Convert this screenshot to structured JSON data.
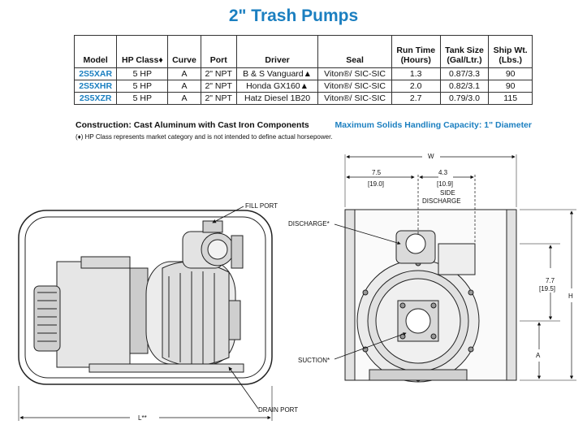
{
  "title": "2\" Trash Pumps",
  "table": {
    "headers": [
      "Model",
      "HP Class♦",
      "Curve",
      "Port",
      "Driver",
      "Seal",
      "Run Time\n(Hours)",
      "Tank Size\n(Gal/Ltr.)",
      "Ship Wt.\n(Lbs.)"
    ],
    "rows": [
      [
        "2S5XAR",
        "5 HP",
        "A",
        "2\" NPT",
        "B & S Vanguard▲",
        "Viton®/ SIC-SIC",
        "1.3",
        "0.87/3.3",
        "90"
      ],
      [
        "2S5XHR",
        "5 HP",
        "A",
        "2\" NPT",
        "Honda GX160▲",
        "Viton®/ SIC-SIC",
        "2.0",
        "0.82/3.1",
        "90"
      ],
      [
        "2S5XZR",
        "5 HP",
        "A",
        "2\" NPT",
        "Hatz Diesel 1B20",
        "Viton®/ SIC-SIC",
        "2.7",
        "0.79/3.0",
        "115"
      ]
    ]
  },
  "construction": "Construction: Cast Aluminum with Cast Iron Components",
  "solids": "Maximum Solids Handling Capacity: 1\" Diameter",
  "footnote": "(♦) HP Class represents market category and is not intended to define actual horsepower.",
  "labels": {
    "fill_port": "FILL PORT",
    "drain_port": "DRAIN PORT",
    "length": "L**",
    "width": "W",
    "height": "H",
    "a": "A",
    "dim_75": "7.5",
    "dim_190": "[19.0]",
    "dim_43": "4.3",
    "dim_109": "[10.9]",
    "side": "SIDE",
    "side_discharge": "DISCHARGE",
    "discharge": "DISCHARGE*",
    "suction": "SUCTION*",
    "dim_77": "7.7",
    "dim_195": "[19.5]"
  },
  "colors": {
    "accent": "#1b7fc0"
  }
}
